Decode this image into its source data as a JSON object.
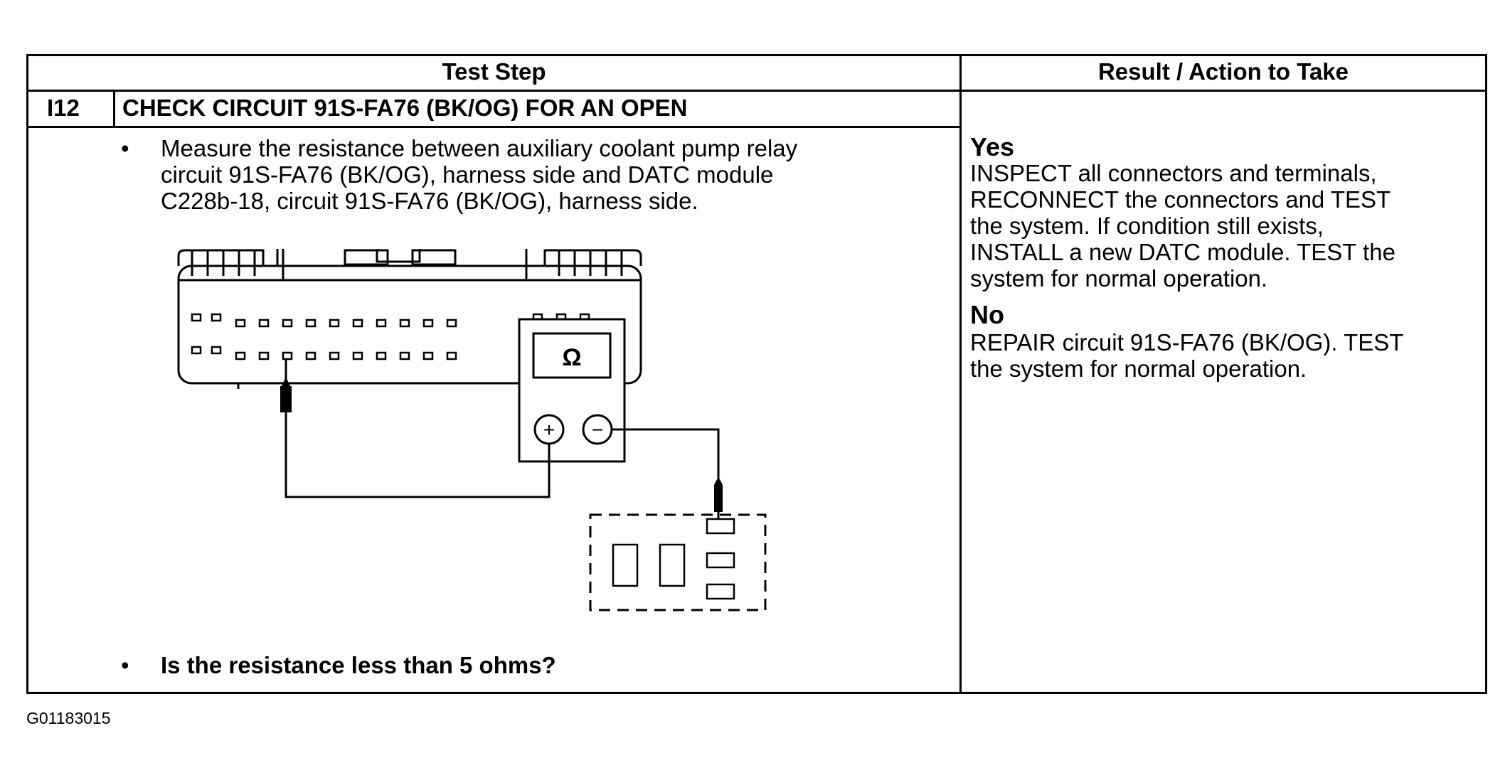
{
  "table": {
    "header_test_step": "Test Step",
    "header_result": "Result / Action to Take",
    "step_id": "I12",
    "step_title": "CHECK CIRCUIT 91S-FA76 (BK/OG) FOR AN OPEN",
    "bullet_1_lines": [
      "Measure the resistance between auxiliary coolant pump relay",
      "circuit 91S-FA76 (BK/OG), harness side and DATC module",
      "C228b-18, circuit 91S-FA76 (BK/OG), harness side."
    ],
    "question": "Is the resistance less than 5 ohms?",
    "yes_label": "Yes",
    "yes_lines": [
      "INSPECT all connectors and terminals,",
      "RECONNECT the connectors and TEST",
      "the system. If condition still exists,",
      "INSTALL a new DATC module. TEST the",
      "system for normal operation."
    ],
    "no_label": "No",
    "no_lines": [
      "REPAIR circuit 91S-FA76 (BK/OG). TEST",
      "the system for normal operation."
    ]
  },
  "meter": {
    "symbol": "Ω",
    "plus": "+",
    "minus": "−"
  },
  "figure_code": "G01183015"
}
